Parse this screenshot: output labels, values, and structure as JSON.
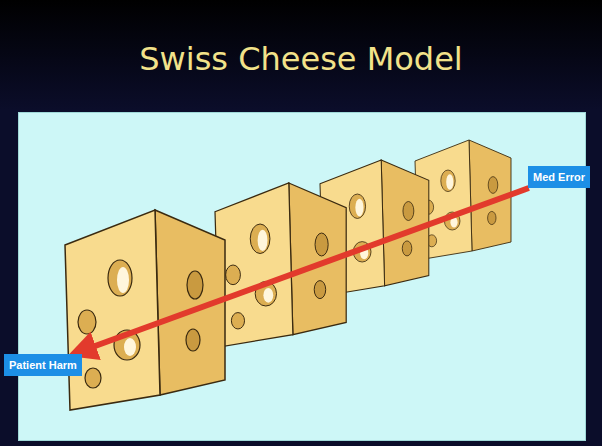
{
  "diagram": {
    "title": "Swiss Cheese Model",
    "nodes": [
      {
        "text": [
          "Med Error"
        ]
      },
      {
        "text": [
          "Patient Harm"
        ]
      }
    ],
    "edges": [
      {
        "from": 0,
        "to": 1,
        "arrow": "to"
      }
    ]
  }
}
